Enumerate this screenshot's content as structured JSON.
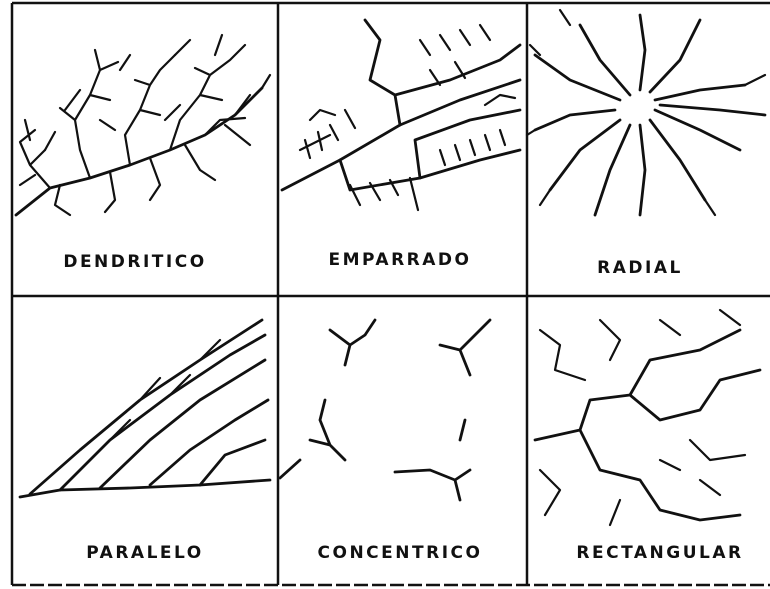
{
  "panels": [
    {
      "label": "DENDRITICO"
    },
    {
      "label": "EMPARRADO"
    },
    {
      "label": "RADIAL"
    },
    {
      "label": "PARALELO"
    },
    {
      "label": "CONCENTRICO"
    },
    {
      "label": "RECTANGULAR"
    }
  ]
}
